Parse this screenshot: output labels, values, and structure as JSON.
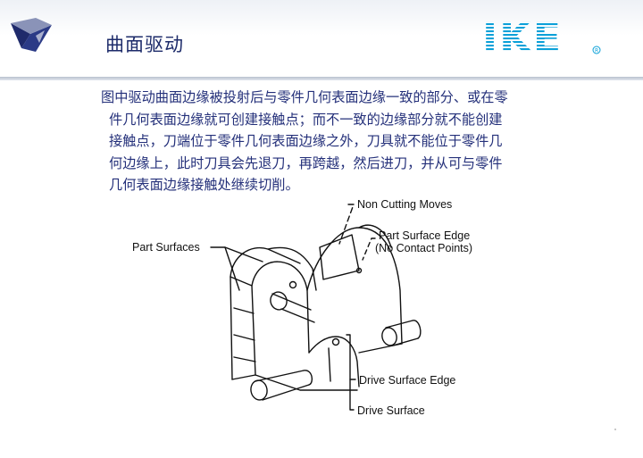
{
  "header": {
    "title": "曲面驱动",
    "brand": "IKE"
  },
  "body": {
    "lines": [
      "图中驱动曲面边缘被投射后与零件几何表面边缘一致的部分、或在零",
      "件几何表面边缘就可创建接触点；而不一致的边缘部分就不能创建",
      "接触点，刀端位于零件几何表面边缘之外，刀具就不能位于零件几",
      "何边缘上，此时刀具会先退刀，再跨越，然后进刀，并从可与零件",
      "几何表面边缘接触处继续切削。"
    ]
  },
  "figure": {
    "label_non_cutting": "Non Cutting Moves",
    "label_part_surface_edge": "Part Surface  Edge",
    "label_no_contact": "(No Contact Points)",
    "label_part_surfaces": "Part Surfaces",
    "label_drive_surface_edge": "Drive Surface  Edge",
    "label_drive_surface": "Drive Surface"
  },
  "colors": {
    "title": "#1d2b6a",
    "body_text": "#24307a",
    "brand": "#0aa0d8"
  }
}
